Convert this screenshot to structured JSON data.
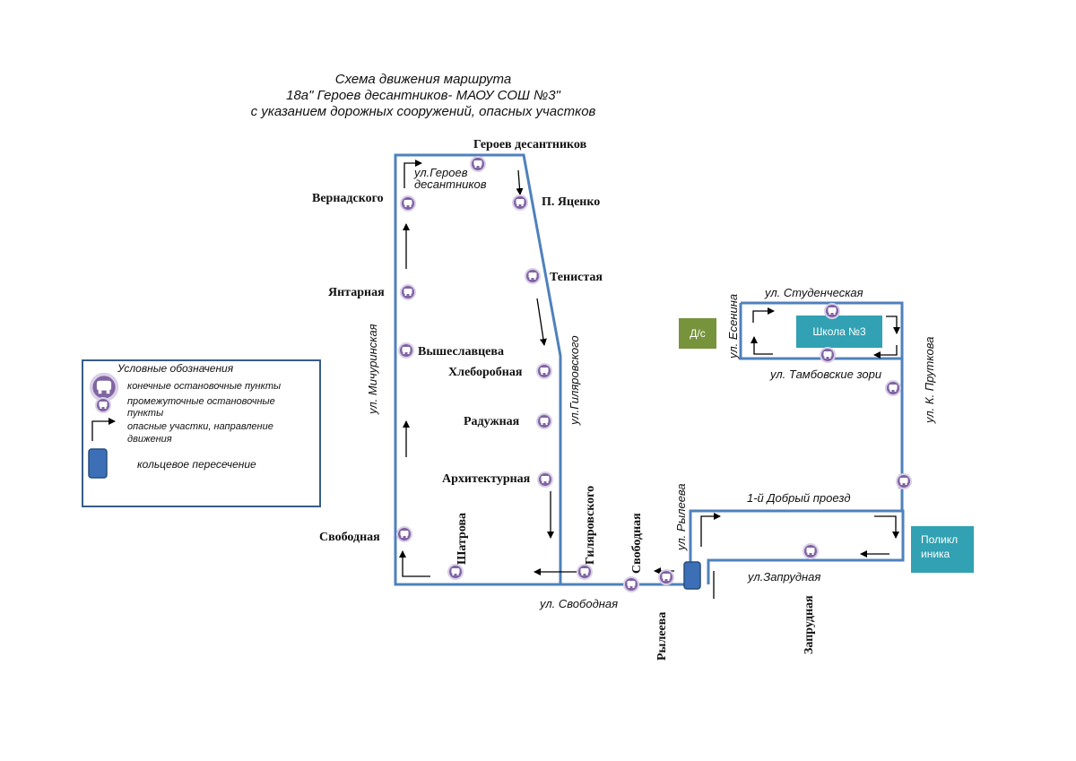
{
  "title": {
    "line1": "Схема движения маршрута",
    "line2": "18а\" Героев десантников- МАОУ СОШ №3\"",
    "line3": "с указанием дорожных сооружений, опасных участков"
  },
  "stops": {
    "geroev": "Героев десантников",
    "vernadskogo": "Вернадского",
    "yatsenko": "П. Яценко",
    "tenistaya": "Тенистая",
    "yantarnaya": "Янтарная",
    "vysheslavtseva": "Вышеславцева",
    "hleborobnaya": "Хлеборобная",
    "raduzhnaya": "Радужная",
    "arhitekturnaya": "Архитектурная",
    "svobodnaya_left": "Свободная",
    "shatrova": "Шатрова",
    "gilyarovskogo": "Гиляровского",
    "svobodnaya_v": "Свободная",
    "ryleeva": "Рылеева",
    "zaprudnaya": "Запрудная"
  },
  "streets": {
    "geroev": "ул.Героев десантников",
    "geroev_l1": "ул.Героев",
    "geroev_l2": "десантников",
    "michurinskaya": "ул. Мичуринская",
    "gilyarovskogo": "ул.Гиляровского",
    "svobodnaya": "ул. Свободная",
    "ryleeva": "ул. Рылеева",
    "dobryi": "1-й Добрый проезд",
    "zaprudnaya": "ул.Запрудная",
    "studencheskaya": "ул. Студенческая",
    "esenina": "ул. Есенина",
    "tambovskie": "ул. Тамбовские зори",
    "prutkova": "ул. К. Пруткова"
  },
  "buildings": {
    "school": "Школа  №3",
    "kindergarten": "Д/с",
    "clinic_l1": "Поликл",
    "clinic_l2": "иника"
  },
  "legend": {
    "title": "Условные обозначения",
    "terminal": "конечные остановочные пункты",
    "intermediate_l1": "промежуточные  остановочные",
    "intermediate_l2": "пункты",
    "danger_l1": "опасные участки, направление",
    "danger_l2": "движения",
    "roundabout": "кольцевое пересечение"
  },
  "colors": {
    "road": "#4f81bd",
    "stop": "#8064a2",
    "building": "#31a1b3",
    "kindergarten": "#77933c",
    "roundabout": "#3c6fb5",
    "legend_border": "#385d8a"
  },
  "icons": {
    "stop": "bus-stop-icon",
    "arrow": "direction-arrow-icon",
    "roundabout": "roundabout-icon"
  }
}
